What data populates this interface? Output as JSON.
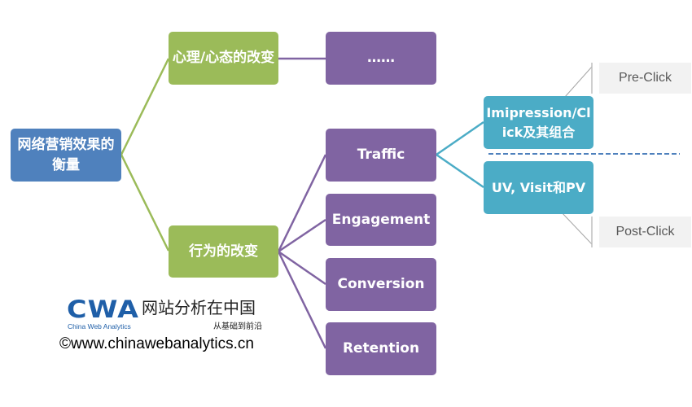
{
  "root": {
    "label": "网络营销效果的衡量"
  },
  "branches": [
    {
      "label": "心理/心态的改变",
      "children": [
        "……"
      ]
    },
    {
      "label": "行为的改变",
      "children": [
        "Traffic",
        "Engagement",
        "Conversion",
        "Retention"
      ]
    }
  ],
  "traffic_children": [
    {
      "label": "Imipression/Click及其组合",
      "annotation": "Pre-Click"
    },
    {
      "label": "UV, Visit和PV",
      "annotation": "Post-Click"
    }
  ],
  "logo": {
    "mark": "CWA",
    "subtitle": "China Web Analytics",
    "name_cn": "网站分析在中国",
    "slogan_cn": "从基础到前沿",
    "copyright": "©www.chinawebanalytics.cn"
  },
  "colors": {
    "root": "#4f81bd",
    "level1": "#9bbb59",
    "level2": "#8064a2",
    "level3": "#4bacc6",
    "annotation_bg": "#f2f2f2",
    "divider": "#4f81bd"
  }
}
